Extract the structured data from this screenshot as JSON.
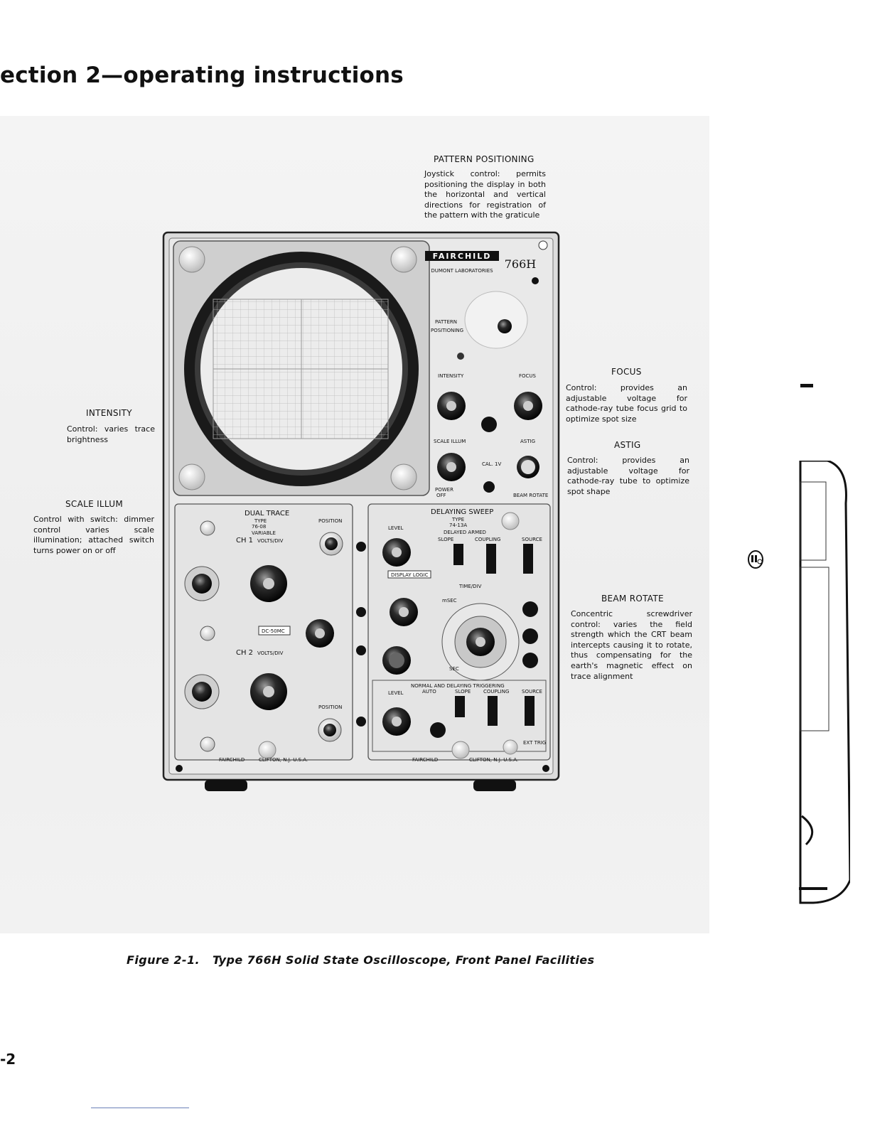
{
  "page": {
    "section_title": "ection 2—operating instructions",
    "page_number": "-2"
  },
  "callouts": {
    "pattern_positioning": {
      "title": "PATTERN POSITIONING",
      "body": "Joystick control: permits positioning the display in both the horizontal and vertical directions for registration of the pattern with the graticule"
    },
    "intensity": {
      "title": "INTENSITY",
      "body": "Control: varies trace brightness"
    },
    "scale_illum": {
      "title": "SCALE ILLUM",
      "body": "Control with switch: dimmer control varies scale illumination; attached switch turns power on or off"
    },
    "focus": {
      "title": "FOCUS",
      "body": "Control: provides an adjustable voltage for cathode-ray tube focus grid to optimize spot size"
    },
    "astig": {
      "title": "ASTIG",
      "body": "Control: provides an adjustable voltage for cathode-ray tube to optimize spot shape"
    },
    "beam_rotate": {
      "title": "BEAM ROTATE",
      "body": "Concentric screwdriver control: varies the field strength which the CRT beam intercepts causing it to rotate, thus compensating for the earth's magnetic effect on trace alignment"
    }
  },
  "panel": {
    "brand": "FAIRCHILD",
    "brand_sub": "DUMONT LABORATORIES",
    "model": "766H",
    "pattern_label": "PATTERN",
    "positioning_label": "POSITIONING",
    "intensity_label": "INTENSITY",
    "focus_label": "FOCUS",
    "scale_illum_label": "SCALE ILLUM",
    "astig_label": "ASTIG",
    "cal_label": "CAL. 1V",
    "power_label": "POWER",
    "off_label": "OFF",
    "beam_rotate_label": "BEAM ROTATE",
    "dual_trace": "DUAL TRACE",
    "type_label": "TYPE",
    "dual_type": "76-08",
    "variable_label": "VARIABLE",
    "volts_div": "VOLTS/DIV",
    "ch1": "CH 1",
    "ch2": "CH 2",
    "position_label": "POSITION",
    "dc_label": "DC-50MC",
    "delaying_sweep": "DELAYING SWEEP",
    "sweep_type": "74-13A",
    "delayed_armed": "DELAYED ARMED",
    "level_label": "LEVEL",
    "slope_label": "SLOPE",
    "coupling_label": "COUPLING",
    "source_label": "SOURCE",
    "display_logic": "DISPLAY LOGIC",
    "time_div": "TIME/DIV",
    "msec_label": "mSEC",
    "sec_label": "SEC",
    "normal_delaying": "NORMAL AND DELAYING TRIGGERING",
    "auto_label": "AUTO",
    "ext_trig": "EXT TRIG",
    "footer_brand": "FAIRCHILD",
    "footer_city": "CLIFTON, N.J. U.S.A."
  },
  "caption": {
    "figure_number": "Figure 2-1.",
    "text": "Type 766H Solid State Oscilloscope, Front Panel Facilities"
  }
}
